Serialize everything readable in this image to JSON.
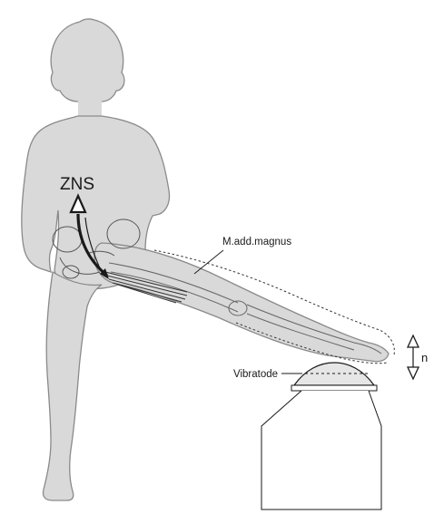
{
  "labels": {
    "cns": "ZNS",
    "muscle": "M.add.magnus",
    "vibratode": "Vibratode",
    "amplitude": "n"
  },
  "colors": {
    "body_fill": "#d9d9d9",
    "body_stroke": "#8a8a8a",
    "line": "#1a1a1a",
    "background": "#ffffff"
  },
  "icons": {
    "reflex_arc": "curved-double-arrow-icon",
    "vibration": "up-down-triangle-arrow-icon"
  }
}
